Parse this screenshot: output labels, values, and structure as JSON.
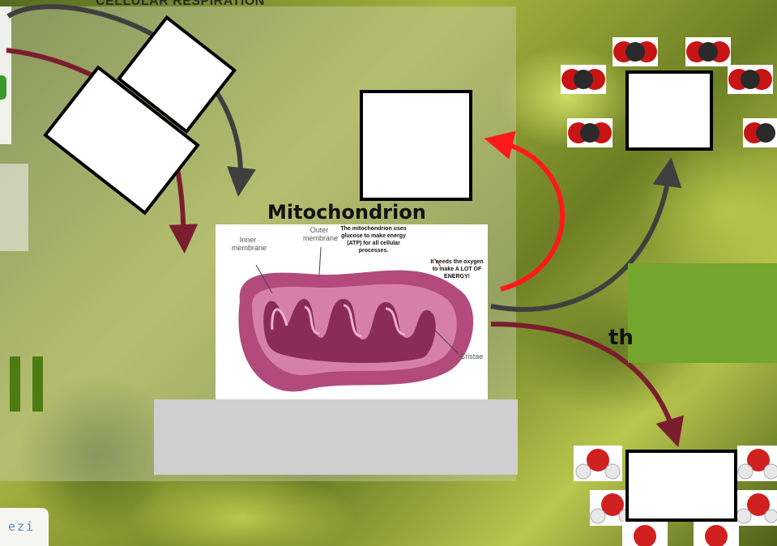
{
  "header": {
    "title": "CELLULAR RESPIRATION"
  },
  "diagram": {
    "title": "Mitochondrion",
    "labels": {
      "inner_membrane": "Inner membrane",
      "outer_membrane": "Outer membrane",
      "cristae": "Cristae",
      "note_glucose": "The mitochondrion uses glucose to make energy (ATP) for all cellular processes.",
      "note_oxygen": "It needs the oxygen to make A LOT OF ENERGY!"
    }
  },
  "right_panel": {
    "text": "th"
  },
  "molecules": {
    "co2_label": "",
    "h2o_atoms": {
      "o": "O",
      "h": "H"
    }
  },
  "badge": {
    "text": "ezi"
  },
  "colors": {
    "arrow_red": "#ff1a1a",
    "arrow_dark": "#3f3f3f",
    "arrow_maroon": "#7a1e2e",
    "green_box": "#74a52c",
    "pause": "#4d7c12"
  }
}
